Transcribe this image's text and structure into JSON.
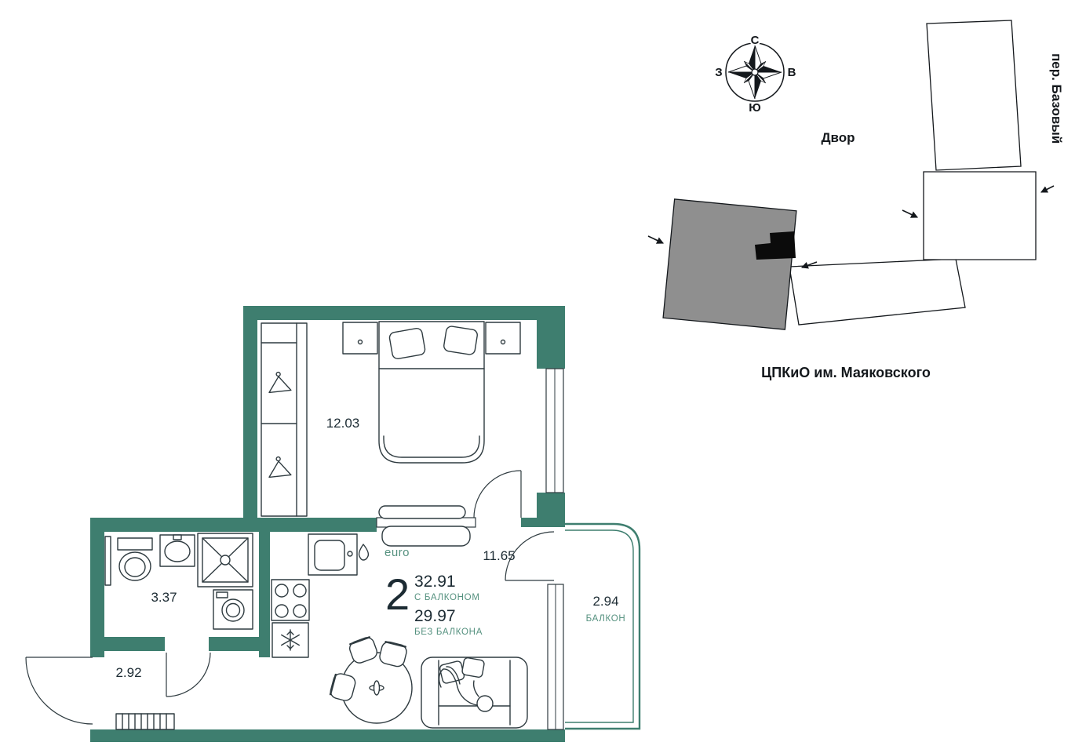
{
  "colors": {
    "wall": "#3E7E6F",
    "text_green": "#55917F",
    "ink": "#1C2B33",
    "building_gray": "#8F8F8F"
  },
  "floor_plan": {
    "rooms": [
      {
        "name": "bedroom",
        "area": "12.03"
      },
      {
        "name": "hall",
        "area": "11.65"
      },
      {
        "name": "bathroom",
        "area": "3.37"
      },
      {
        "name": "corridor",
        "area": "2.92"
      },
      {
        "name": "balcony",
        "area": "2.94",
        "label": "БАЛКОН"
      }
    ],
    "summary": {
      "type": "euro",
      "rooms": "2",
      "area_with_balcony": "32.91",
      "with_balcony_label": "С БАЛКОНОМ",
      "area_without_balcony": "29.97",
      "without_balcony_label": "БЕЗ БАЛКОНА"
    }
  },
  "site_plan": {
    "compass": {
      "north": "С",
      "east": "В",
      "south": "Ю",
      "west": "З"
    },
    "courtyard_label": "Двор",
    "street_label": "пер. Базовый",
    "park_label": "ЦПКиО им. Маяковского"
  }
}
